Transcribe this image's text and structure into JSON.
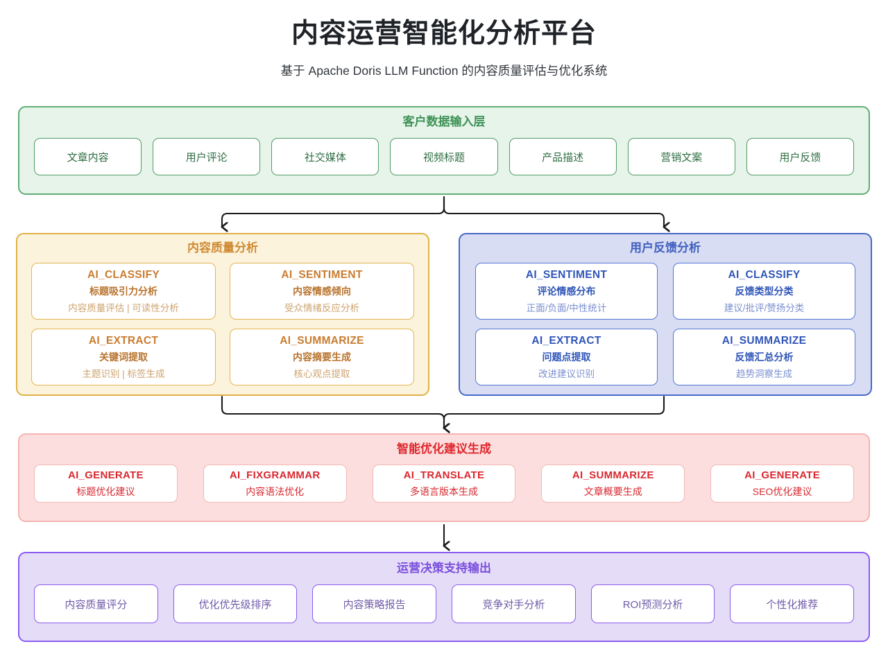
{
  "header": {
    "title": "内容运营智能化分析平台",
    "subtitle": "基于 Apache Doris LLM Function 的内容质量评估与优化系统"
  },
  "colors": {
    "green_border": "#60ad74",
    "green_bg": "#e6f4ea",
    "green_text": "#3f9156",
    "yellow_border": "#e0b046",
    "yellow_bg": "#fcf3dc",
    "yellow_text": "#cf8a33",
    "blue_border": "#4668c8",
    "blue_bg": "#d8ddf3",
    "blue_text": "#3f5fbf",
    "pink_border": "#f3b5b2",
    "pink_bg": "#fbdedd",
    "pink_text": "#e0262d",
    "purple_border": "#8b5cf0",
    "purple_bg": "#e5dcf8",
    "purple_text": "#7a4fdc",
    "connector": "#1a1a1a"
  },
  "input_layer": {
    "title": "客户数据输入层",
    "items": [
      {
        "label": "文章内容"
      },
      {
        "label": "用户评论"
      },
      {
        "label": "社交媒体"
      },
      {
        "label": "视频标题"
      },
      {
        "label": "产品描述"
      },
      {
        "label": "营销文案"
      },
      {
        "label": "用户反馈"
      }
    ]
  },
  "quality_layer": {
    "title": "内容质量分析",
    "cards": [
      {
        "fn": "AI_CLASSIFY",
        "desc": "标题吸引力分析",
        "sub": "内容质量评估 | 可读性分析"
      },
      {
        "fn": "AI_SENTIMENT",
        "desc": "内容情感倾向",
        "sub": "受众情绪反应分析"
      },
      {
        "fn": "AI_EXTRACT",
        "desc": "关键词提取",
        "sub": "主题识别 | 标签生成"
      },
      {
        "fn": "AI_SUMMARIZE",
        "desc": "内容摘要生成",
        "sub": "核心观点提取"
      }
    ]
  },
  "feedback_layer": {
    "title": "用户反馈分析",
    "cards": [
      {
        "fn": "AI_SENTIMENT",
        "desc": "评论情感分布",
        "sub": "正面/负面/中性统计"
      },
      {
        "fn": "AI_CLASSIFY",
        "desc": "反馈类型分类",
        "sub": "建议/批评/赞扬分类"
      },
      {
        "fn": "AI_EXTRACT",
        "desc": "问题点提取",
        "sub": "改进建议识别"
      },
      {
        "fn": "AI_SUMMARIZE",
        "desc": "反馈汇总分析",
        "sub": "趋势洞察生成"
      }
    ]
  },
  "optimize_layer": {
    "title": "智能优化建议生成",
    "cards": [
      {
        "fn": "AI_GENERATE",
        "desc": "标题优化建议"
      },
      {
        "fn": "AI_FIXGRAMMAR",
        "desc": "内容语法优化"
      },
      {
        "fn": "AI_TRANSLATE",
        "desc": "多语言版本生成"
      },
      {
        "fn": "AI_SUMMARIZE",
        "desc": "文章概要生成"
      },
      {
        "fn": "AI_GENERATE",
        "desc": "SEO优化建议"
      }
    ]
  },
  "output_layer": {
    "title": "运营决策支持输出",
    "items": [
      {
        "label": "内容质量评分"
      },
      {
        "label": "优化优先级排序"
      },
      {
        "label": "内容策略报告"
      },
      {
        "label": "竞争对手分析"
      },
      {
        "label": "ROI预测分析"
      },
      {
        "label": "个性化推荐"
      }
    ]
  },
  "connectors": [
    {
      "name": "input-to-analysis",
      "kind": "split"
    },
    {
      "name": "analysis-to-optimize",
      "kind": "merge"
    },
    {
      "name": "optimize-to-output",
      "kind": "straight"
    }
  ]
}
